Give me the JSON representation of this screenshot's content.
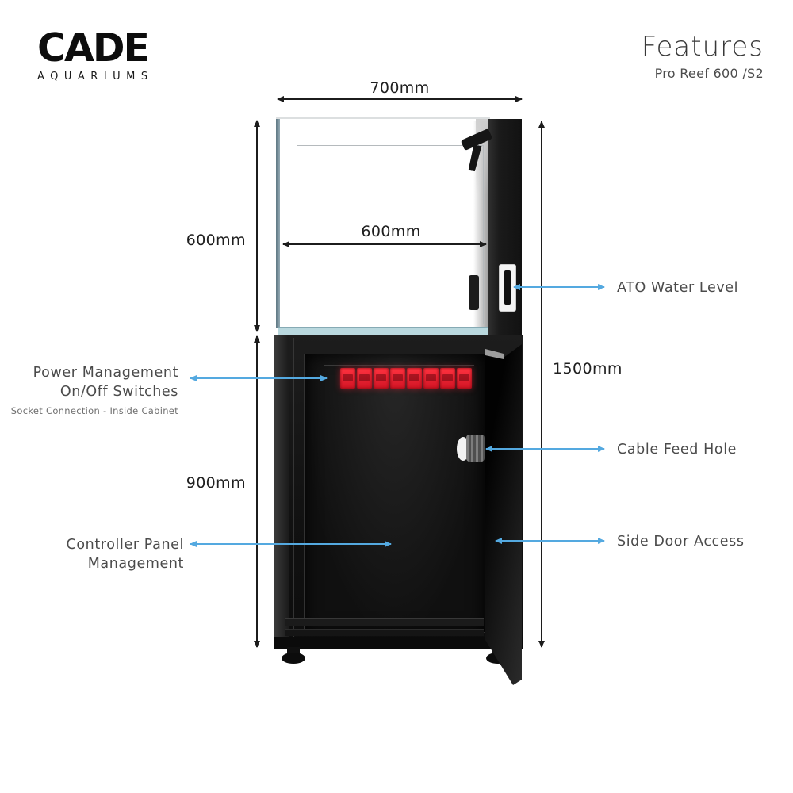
{
  "brand": {
    "name": "CADE",
    "tagline": "AQUARIUMS"
  },
  "header": {
    "title": "Features",
    "subtitle": "Pro Reef 600 /S2"
  },
  "dimensions": {
    "overall_width": "700mm",
    "tank_height": "600mm",
    "inner_width": "600mm",
    "overall_height": "1500mm",
    "cabinet_height": "900mm"
  },
  "callouts": {
    "ato": "ATO Water Level",
    "power_line1": "Power Management",
    "power_line2": "On/Off Switches",
    "power_note": "Socket Connection - Inside Cabinet",
    "cable": "Cable Feed Hole",
    "controller_line1": "Controller Panel",
    "controller_line2": "Management",
    "side_door": "Side Door Access"
  },
  "cabinet": {
    "switch_count": 8
  },
  "colors": {
    "callout_blue": "#54a9e0",
    "switch_red": "#e2182b",
    "glass_edge_blue": "#7d95a1",
    "glass_bottom_blue": "#b9d8de",
    "cabinet_black": "#161616",
    "dimension_black": "#1c1c1c",
    "label_grey": "#4b4b4b"
  }
}
